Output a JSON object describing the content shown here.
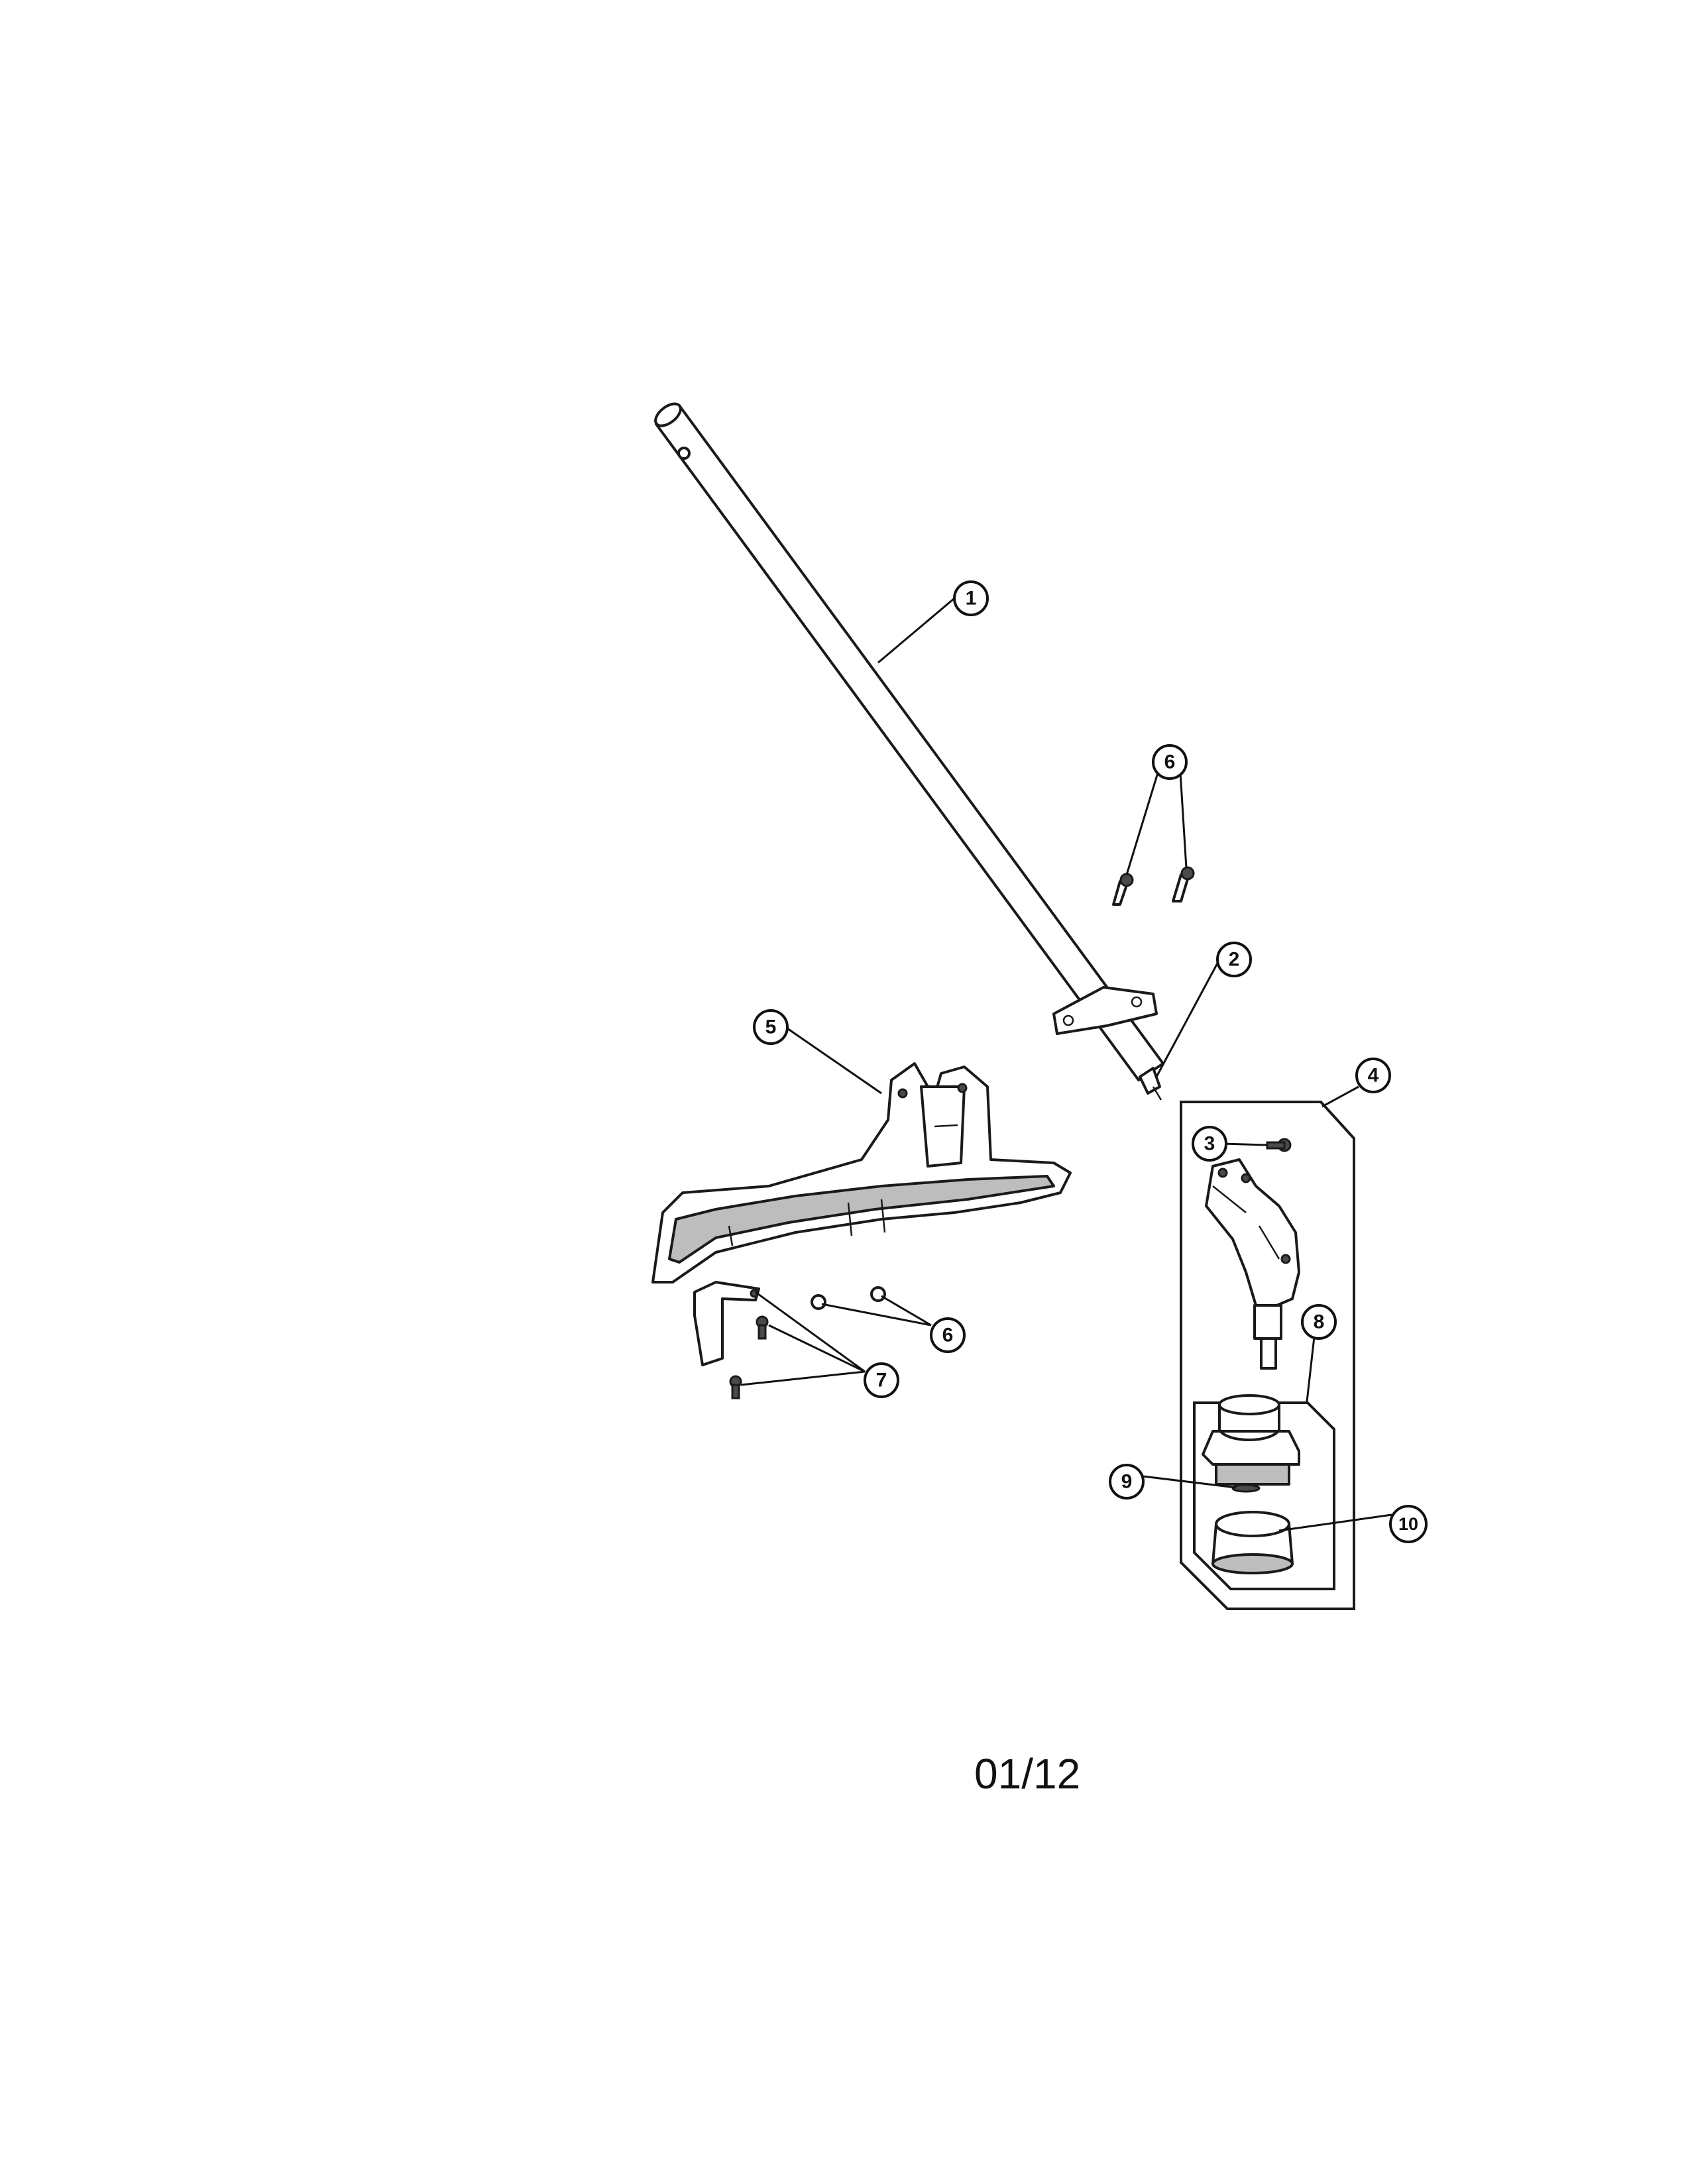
{
  "callouts": [
    {
      "label": "1"
    },
    {
      "label": "2"
    },
    {
      "label": "3"
    },
    {
      "label": "4"
    },
    {
      "label": "5"
    },
    {
      "label": "6"
    },
    {
      "label": "6"
    },
    {
      "label": "7"
    },
    {
      "label": "8"
    },
    {
      "label": "9"
    },
    {
      "label": "10"
    }
  ],
  "page_number": "01/12"
}
